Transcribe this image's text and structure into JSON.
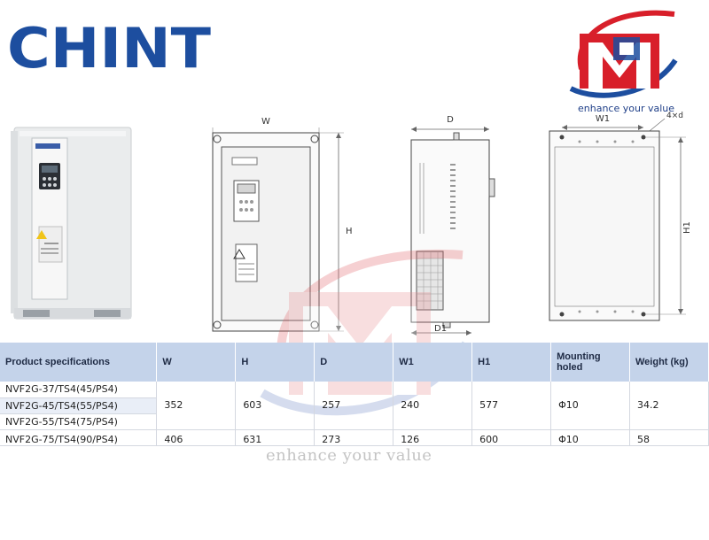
{
  "brand": {
    "name": "CHINT"
  },
  "mp_logo": {
    "tagline": "enhance your value"
  },
  "watermark": {
    "text": "enhance your value"
  },
  "drawing_labels": {
    "front_width": "W",
    "front_height": "H",
    "side_depth": "D",
    "side_d1": "D1",
    "back_w1": "W1",
    "back_h1": "H1",
    "back_holes": "4×d"
  },
  "table": {
    "headers": [
      "Product specifications",
      "W",
      "H",
      "D",
      "W1",
      "H1",
      "Mounting holed",
      "Weight (kg)"
    ],
    "models": [
      "NVF2G-37/TS4(45/PS4)",
      "NVF2G-45/TS4(55/PS4)",
      "NVF2G-55/TS4(75/PS4)",
      "NVF2G-75/TS4(90/PS4)"
    ],
    "group1": {
      "W": "352",
      "H": "603",
      "D": "257",
      "W1": "240",
      "H1": "577",
      "hole": "Φ10",
      "weight": "34.2"
    },
    "group2": {
      "W": "406",
      "H": "631",
      "D": "273",
      "W1": "126",
      "H1": "600",
      "hole": "Φ10",
      "weight": "58"
    }
  },
  "colors": {
    "brand_blue": "#1d4e9f",
    "logo_red": "#d81f2a",
    "header_bg": "#c4d3ea"
  }
}
